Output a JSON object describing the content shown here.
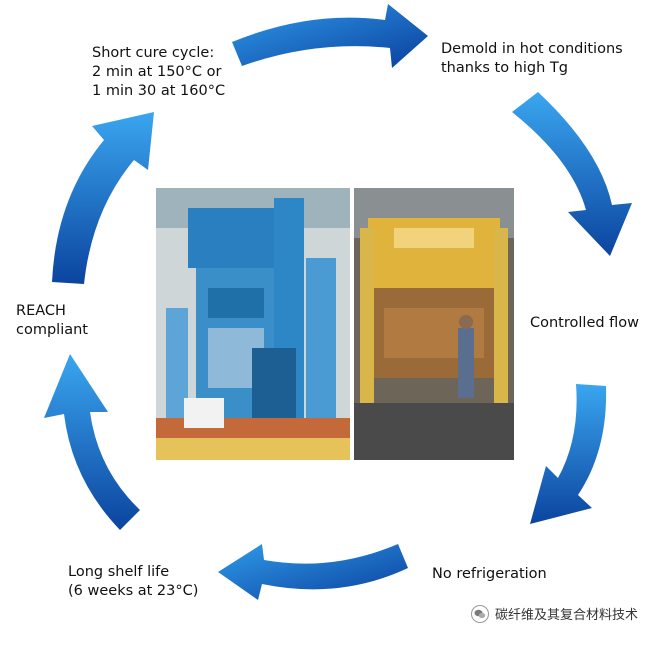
{
  "labels": {
    "short_cure": "Short cure cycle:\n2 min at 150°C or\n1 min 30 at 160°C",
    "demold": "Demold in hot conditions\nthanks to high Tg",
    "controlled_flow": "Controlled flow",
    "no_refrigeration": "No refrigeration",
    "shelf_life": "Long shelf life\n(6 weeks at 23°C)",
    "reach": "REACH\ncompliant"
  },
  "watermark": {
    "text": "碳纤维及其复合材料技术",
    "icon": "wechat-icon"
  },
  "photos": [
    {
      "name": "blue-press-photo",
      "description_colors": [
        "#3a8fc9",
        "#1f6fa8",
        "#d9d2c4"
      ]
    },
    {
      "name": "yellow-press-photo",
      "description_colors": [
        "#e0b33c",
        "#8a5a2b",
        "#4a4a4a"
      ]
    }
  ],
  "colors": {
    "arrow_dark": "#0a3f9e",
    "arrow_light": "#2f9be8"
  },
  "arrows": [
    {
      "name": "arrow-top"
    },
    {
      "name": "arrow-upper-right"
    },
    {
      "name": "arrow-lower-right"
    },
    {
      "name": "arrow-bottom"
    },
    {
      "name": "arrow-lower-left"
    },
    {
      "name": "arrow-upper-left"
    }
  ]
}
